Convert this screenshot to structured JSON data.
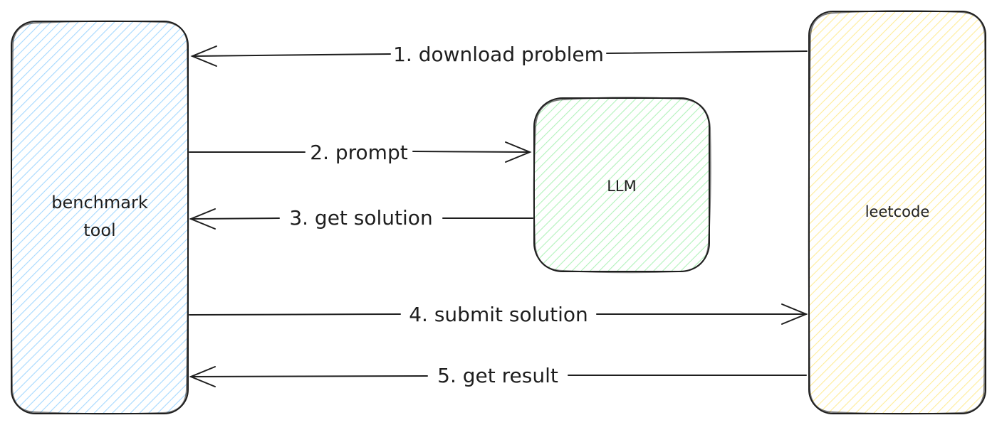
{
  "nodes": {
    "benchmark_tool": {
      "line1": "benchmark",
      "line2": "tool",
      "fill": "#a5d8ff"
    },
    "llm": {
      "label": "LLM",
      "fill": "#b2f2bb"
    },
    "leetcode": {
      "label": "leetcode",
      "fill": "#ffec99"
    }
  },
  "edges": [
    {
      "label": "1. download problem",
      "from": "leetcode",
      "to": "benchmark_tool"
    },
    {
      "label": "2. prompt",
      "from": "benchmark_tool",
      "to": "llm"
    },
    {
      "label": "3. get solution",
      "from": "llm",
      "to": "benchmark_tool"
    },
    {
      "label": "4. submit solution",
      "from": "benchmark_tool",
      "to": "leetcode"
    },
    {
      "label": "5. get result",
      "from": "leetcode",
      "to": "benchmark_tool"
    }
  ],
  "colors": {
    "stroke": "#1e1e1e",
    "background": "#ffffff"
  }
}
